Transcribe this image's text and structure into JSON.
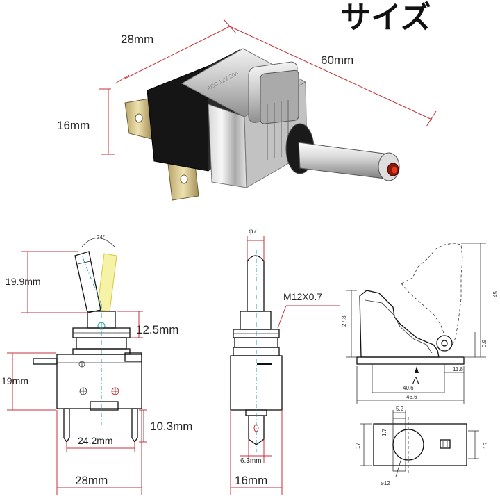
{
  "title": "サイズ",
  "photo": {
    "dim_width": "28mm",
    "dim_length": "60mm",
    "dim_height": "16mm"
  },
  "side_view": {
    "angle": "24°",
    "lever_length": "19.9mm",
    "nut_height": "12.5mm",
    "body_height": "19mm",
    "terminal_length": "10.3mm",
    "terminal_spacing": "24.2mm",
    "body_width": "28mm"
  },
  "front_view": {
    "lever_diameter": "φ7",
    "thread": "M12X0.7",
    "terminal_width": "6.3mm",
    "body_width": "16mm"
  },
  "cover_side": {
    "height": "27.8",
    "total_height": "45",
    "hinge_offset": "0.9",
    "hinge_width": "11.8",
    "ref": "A",
    "length": "40.6",
    "total_length": "46.6"
  },
  "cover_top": {
    "slot": "5.2",
    "offset": "1.7",
    "width_left": "17",
    "width_right": "15",
    "hole": "ø12"
  },
  "colors": {
    "dimension": "#c4303a",
    "centerline": "#1b9bb5",
    "led": "#cc2a18"
  }
}
